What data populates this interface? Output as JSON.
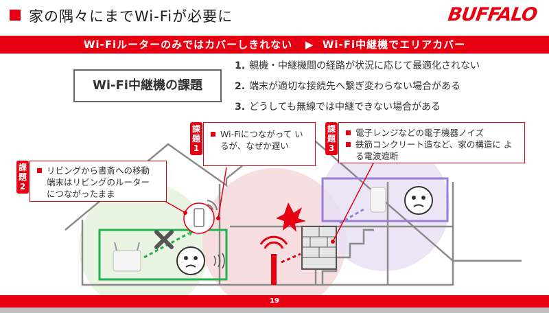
{
  "header": {
    "title": "家の隅々にまでWi-Fiが必要に",
    "logo": "BUFFALO"
  },
  "banner": {
    "left": "Wi-Fiルーターのみではカバーしきれない",
    "arrow": "▶",
    "right": "Wi-Fi中継機でエリアカバー"
  },
  "issues": {
    "heading": "Wi-Fi中継機の課題",
    "items": [
      {
        "num": "1.",
        "text": "親機・中継機間の経路が状況に応じて最適化されない"
      },
      {
        "num": "2.",
        "text": "端末が適切な接続先へ繋ぎ変わらない場合がある"
      },
      {
        "num": "3.",
        "text": "どうしても無線では中継できない場合がある"
      }
    ]
  },
  "callouts": {
    "c1": {
      "tag": "課題1",
      "lines": [
        "Wi-Fiにつながって いるが、なぜか遅い"
      ]
    },
    "c2": {
      "tag": "課題2",
      "lines": [
        "リビングから書斎への移動 端末はリビングのルーター につながったまま"
      ]
    },
    "c3": {
      "tag": "課題3",
      "lines": [
        "電子レンジなどの電子機器ノイズ",
        "鉄筋コンクリート造など、家の構造に よる電波遮断"
      ]
    }
  },
  "footer": {
    "page": "19"
  },
  "colors": {
    "accent": "#e60012",
    "green": "#22b14c",
    "purple": "#9b7fd6",
    "gray": "#777777"
  }
}
